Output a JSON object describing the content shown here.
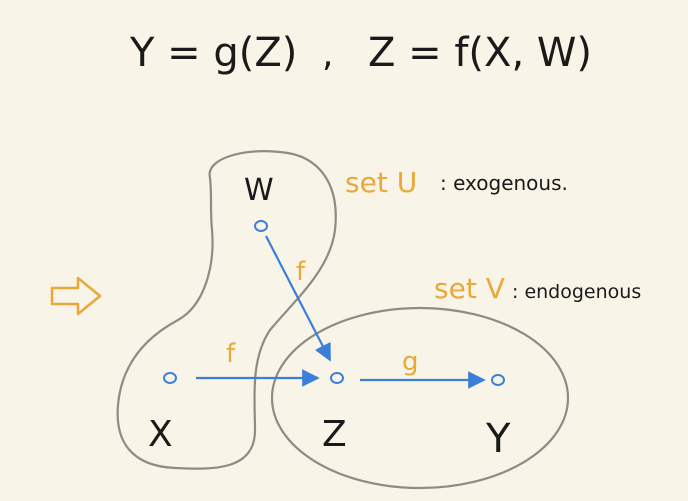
{
  "equation": {
    "part1": "Y = g(Z)",
    "separator": ",",
    "part2": "Z = f(X, W)"
  },
  "implies_symbol": "⇨",
  "sets": {
    "u": {
      "label": "set U",
      "desc": ": exogenous."
    },
    "v": {
      "label": "set V",
      "desc": ": endogenous"
    }
  },
  "nodes": {
    "w": "W",
    "x": "X",
    "z": "Z",
    "y": "Y"
  },
  "edges": {
    "w_to_z": "f",
    "x_to_z": "f",
    "z_to_y": "g"
  },
  "colors": {
    "background": "#f8f4e8",
    "ink": "#1a1a1a",
    "blue": "#3b7fd9",
    "orange": "#e8a83a",
    "gray": "#8c8c86"
  }
}
